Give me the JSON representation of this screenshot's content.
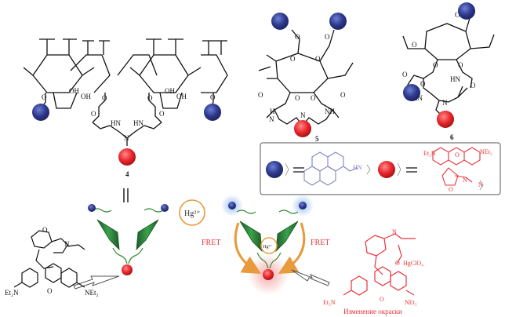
{
  "compounds": {
    "c4": "4",
    "c5": "5",
    "c6": "6"
  },
  "atoms": {
    "oh": "OH",
    "o": "O",
    "n": "N",
    "hn": "HN",
    "nh": "NH",
    "h": "H"
  },
  "legend": {
    "hn_label": "HN",
    "n_label": "N",
    "o_label": "O",
    "net2": "NEt₂",
    "et2n": "Et₂N"
  },
  "mechanism": {
    "hg_ion": "Hg²⁺",
    "hg_small": "Hg²⁺",
    "fret_left": "FRET",
    "fret_right": "FRET"
  },
  "left_product": {
    "et2n": "Et₂N",
    "net2": "NEt₂",
    "o": "O",
    "n": "N"
  },
  "right_product": {
    "et2n": "Et₂N",
    "net2": "NEt₂",
    "n": "N",
    "o": "O",
    "hgclo4": "HgClO₄",
    "caption": "Изменение окраски"
  },
  "colors": {
    "pyrene": "#2e3a8c",
    "rhodamine": "#e8333a",
    "arm": "#2f8a2f",
    "cone": "#2f7a3a",
    "glow": "#4a8ad6",
    "orange": "#e89a3c",
    "legend_red": "#e8333a",
    "legend_blue": "#8080c8"
  }
}
